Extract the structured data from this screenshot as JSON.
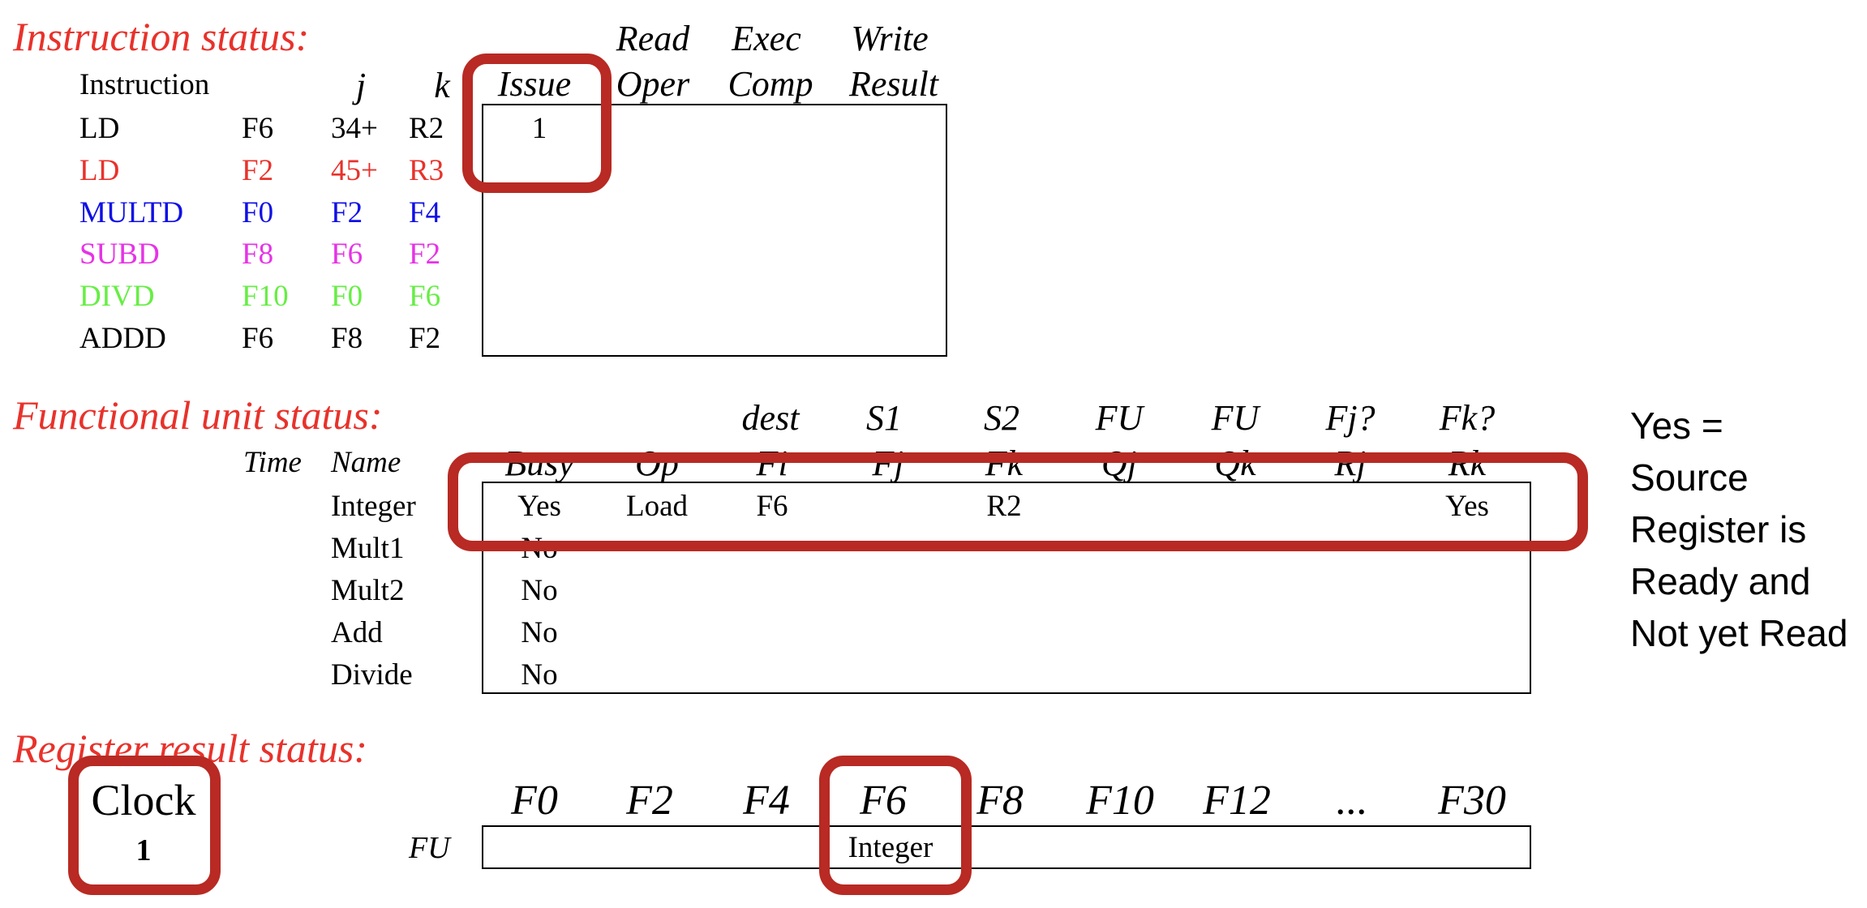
{
  "instruction_status": {
    "title": "Instruction status:",
    "headers": {
      "instruction": "Instruction",
      "j": "j",
      "k": "k",
      "issue": "Issue",
      "read_top": "Read",
      "read_bottom": "Oper",
      "exec_top": "Exec",
      "exec_bottom": "Comp",
      "write_top": "Write",
      "write_bottom": "Result"
    },
    "rows": [
      {
        "op": "LD",
        "dest": "F6",
        "j": "34+",
        "k": "R2",
        "issue": "1",
        "color": "#000000"
      },
      {
        "op": "LD",
        "dest": "F2",
        "j": "45+",
        "k": "R3",
        "issue": "",
        "color": "#e8322b"
      },
      {
        "op": "MULTD",
        "dest": "F0",
        "j": "F2",
        "k": "F4",
        "issue": "",
        "color": "#1010e6"
      },
      {
        "op": "SUBD",
        "dest": "F8",
        "j": "F6",
        "k": "F2",
        "issue": "",
        "color": "#e633e6"
      },
      {
        "op": "DIVD",
        "dest": "F10",
        "j": "F0",
        "k": "F6",
        "issue": "",
        "color": "#66ee44"
      },
      {
        "op": "ADDD",
        "dest": "F6",
        "j": "F8",
        "k": "F2",
        "issue": "",
        "color": "#000000"
      }
    ]
  },
  "functional_unit_status": {
    "title": "Functional unit status:",
    "top_headers": {
      "dest": "dest",
      "s1": "S1",
      "s2": "S2",
      "fu1": "FU",
      "fu2": "FU",
      "fjq": "Fj?",
      "fkq": "Fk?"
    },
    "headers": {
      "time": "Time",
      "name": "Name",
      "busy": "Busy",
      "op": "Op",
      "fi": "Fi",
      "fj": "Fj",
      "fk": "Fk",
      "qj": "Qj",
      "qk": "Qk",
      "rj": "Rj",
      "rk": "Rk"
    },
    "rows": [
      {
        "name": "Integer",
        "busy": "Yes",
        "op": "Load",
        "fi": "F6",
        "fk": "R2",
        "rk": "Yes"
      },
      {
        "name": "Mult1",
        "busy": "No"
      },
      {
        "name": "Mult2",
        "busy": "No"
      },
      {
        "name": "Add",
        "busy": "No"
      },
      {
        "name": "Divide",
        "busy": "No"
      }
    ]
  },
  "side_note": {
    "lines": [
      "Yes =",
      "Source",
      "Register is",
      "Ready and",
      "Not yet Read"
    ]
  },
  "register_result_status": {
    "title": "Register result status:",
    "clock_label": "Clock",
    "clock_value": "1",
    "fu_label": "FU",
    "registers": [
      "F0",
      "F2",
      "F4",
      "F6",
      "F8",
      "F10",
      "F12",
      "...",
      "F30"
    ],
    "values": [
      "",
      "",
      "",
      "Integer",
      "",
      "",
      "",
      "",
      ""
    ]
  },
  "colors": {
    "section_title": "#e8322b",
    "highlight": "#b82a23"
  }
}
